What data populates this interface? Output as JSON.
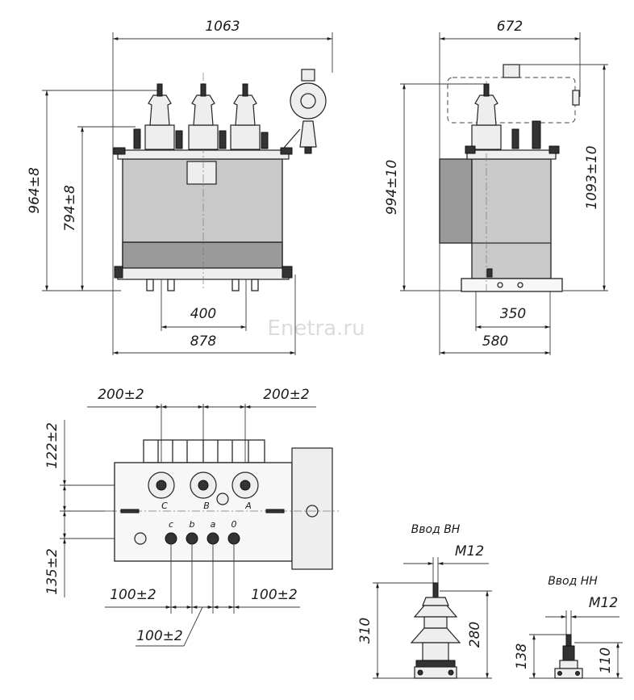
{
  "watermark": "Enetra.ru",
  "front_view": {
    "width_total": "1063",
    "height_total": "964±8",
    "height_cover": "794±8",
    "rail_span": "400",
    "base_width": "878"
  },
  "side_view": {
    "width_total": "672",
    "height_body": "994±10",
    "height_total": "1093±10",
    "rail_span": "350",
    "base_width": "580"
  },
  "top_view": {
    "hv_spacing_left": "200±2",
    "hv_spacing_right": "200±2",
    "offset_top": "122±2",
    "offset_bottom": "135±2",
    "lv_spacing_left": "100±2",
    "lv_spacing_right": "100±2",
    "lv_spacing_mid": "100±2",
    "hv_labels": [
      "C",
      "B",
      "A"
    ],
    "lv_labels": [
      "c",
      "b",
      "a",
      "0"
    ]
  },
  "hv_bushing": {
    "title": "Ввод ВН",
    "thread": "M12",
    "height_total": "310",
    "height_part": "280"
  },
  "lv_bushing": {
    "title": "Ввод НН",
    "thread": "M12",
    "height_total": "138",
    "height_part": "110"
  }
}
